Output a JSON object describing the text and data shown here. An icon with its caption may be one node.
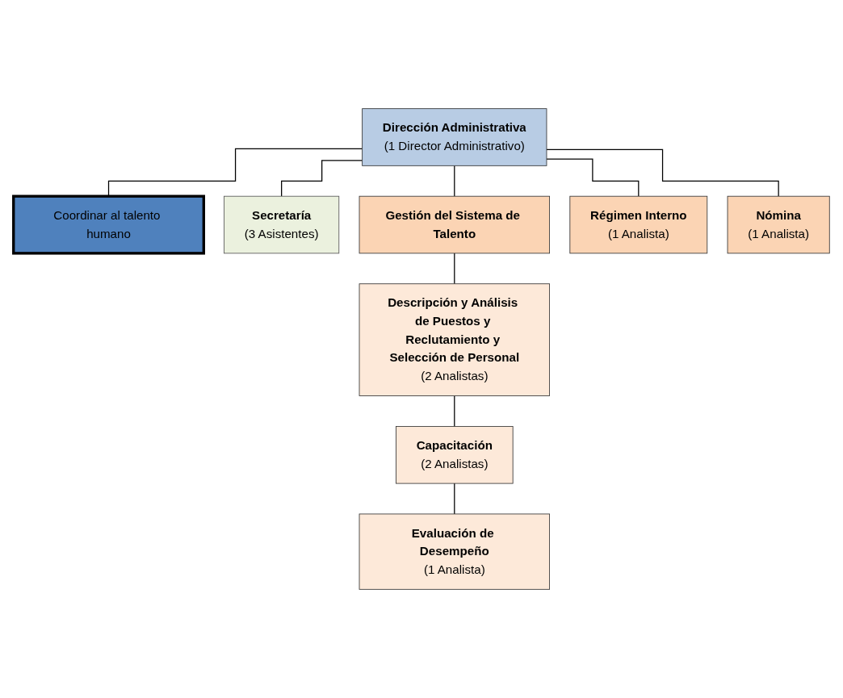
{
  "diagram": {
    "nodes": [
      {
        "text": [
          "Dirección Administrativa",
          "(1 Director Administrativo)"
        ]
      },
      {
        "text": [
          "Coordinar al talento humano"
        ]
      },
      {
        "text": [
          "Secretaría",
          "(3 Asistentes)"
        ]
      },
      {
        "text": [
          "Gestión del Sistema de Talento"
        ]
      },
      {
        "text": [
          "Régimen Interno",
          "(1 Analista)"
        ]
      },
      {
        "text": [
          "Nómina",
          "(1 Analista)"
        ]
      },
      {
        "text": [
          "Descripción y Análisis de Puestos y Reclutamiento y Selección de Personal",
          "(2 Analistas)"
        ]
      },
      {
        "text": [
          "Capacitación",
          "(2 Analistas)"
        ]
      },
      {
        "text": [
          "Evaluación de Desempeño",
          "(1 Analista)"
        ]
      }
    ],
    "edges": [
      {
        "from": 0,
        "to": 1,
        "arrow": "none"
      },
      {
        "from": 0,
        "to": 2,
        "arrow": "none"
      },
      {
        "from": 0,
        "to": 3,
        "arrow": "none"
      },
      {
        "from": 0,
        "to": 4,
        "arrow": "none"
      },
      {
        "from": 0,
        "to": 5,
        "arrow": "none"
      },
      {
        "from": 3,
        "to": 6,
        "arrow": "none"
      },
      {
        "from": 6,
        "to": 7,
        "arrow": "none"
      },
      {
        "from": 7,
        "to": 8,
        "arrow": "none"
      }
    ]
  }
}
